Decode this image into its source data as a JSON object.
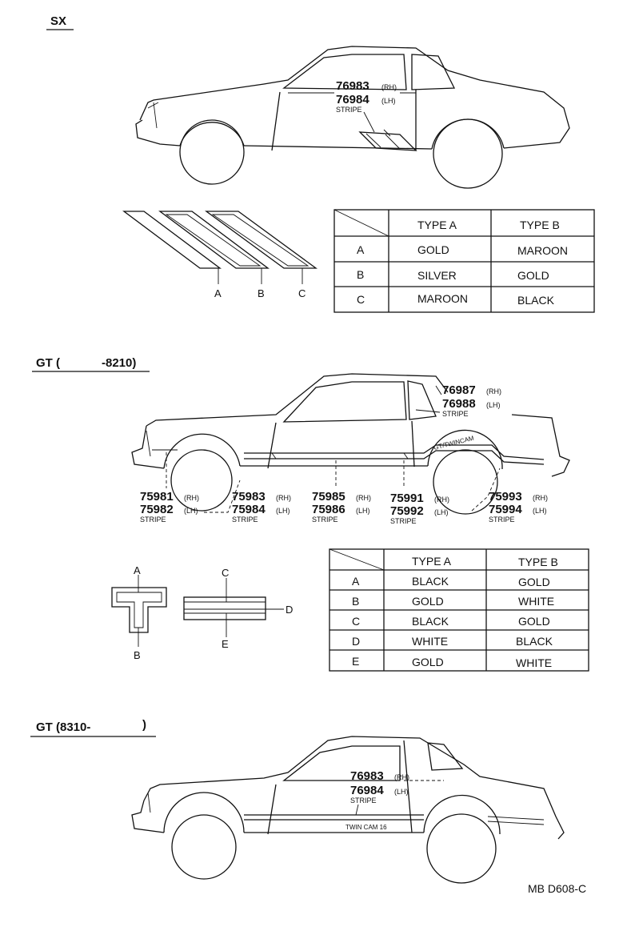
{
  "sections": [
    {
      "title": "SX",
      "parts": [
        {
          "rh": "76983",
          "lh": "76984",
          "rh_tag": "(RH)",
          "lh_tag": "(LH)",
          "name": "STRIPE"
        }
      ],
      "swatch_labels": [
        "A",
        "B",
        "C"
      ],
      "table": {
        "headers": [
          "TYPE A",
          "TYPE B"
        ],
        "rows": [
          {
            "key": "A",
            "a": "GOLD",
            "b": "MAROON"
          },
          {
            "key": "B",
            "a": "SILVER",
            "b": "GOLD"
          },
          {
            "key": "C",
            "a": "MAROON",
            "b": "BLACK"
          }
        ]
      }
    },
    {
      "title_left": "GT (",
      "title_right": "-8210)",
      "roof_part": {
        "rh": "76987",
        "lh": "76988",
        "rh_tag": "(RH)",
        "lh_tag": "(LH)",
        "name": "STRIPE"
      },
      "side_badge": "GT/TWINCAM",
      "parts": [
        {
          "rh": "75981",
          "lh": "75982",
          "rh_tag": "(RH)",
          "lh_tag": "(LH)",
          "name": "STRIPE"
        },
        {
          "rh": "75983",
          "lh": "75984",
          "rh_tag": "(RH)",
          "lh_tag": "(LH)",
          "name": "STRIPE"
        },
        {
          "rh": "75985",
          "lh": "75986",
          "rh_tag": "(RH)",
          "lh_tag": "(LH)",
          "name": "STRIPE"
        },
        {
          "rh": "75991",
          "lh": "75992",
          "rh_tag": "(RH)",
          "lh_tag": "(LH)",
          "name": "STRIPE"
        },
        {
          "rh": "75993",
          "lh": "75994",
          "rh_tag": "(RH)",
          "lh_tag": "(LH)",
          "name": "STRIPE"
        }
      ],
      "detail_labels": {
        "a": "A",
        "b": "B",
        "c": "C",
        "d": "D",
        "e": "E"
      },
      "table": {
        "headers": [
          "TYPE A",
          "TYPE B"
        ],
        "rows": [
          {
            "key": "A",
            "a": "BLACK",
            "b": "GOLD"
          },
          {
            "key": "B",
            "a": "GOLD",
            "b": "WHITE"
          },
          {
            "key": "C",
            "a": "BLACK",
            "b": "GOLD"
          },
          {
            "key": "D",
            "a": "WHITE",
            "b": "BLACK"
          },
          {
            "key": "E",
            "a": "GOLD",
            "b": "WHITE"
          }
        ]
      }
    },
    {
      "title_left": "GT (8310-",
      "title_right": ")",
      "parts": [
        {
          "rh": "76983",
          "lh": "76984",
          "rh_tag": "(RH)",
          "lh_tag": "(LH)",
          "name": "STRIPE"
        }
      ],
      "side_badge": "TWIN CAM 16"
    }
  ],
  "footer_code": "MB D608-C"
}
